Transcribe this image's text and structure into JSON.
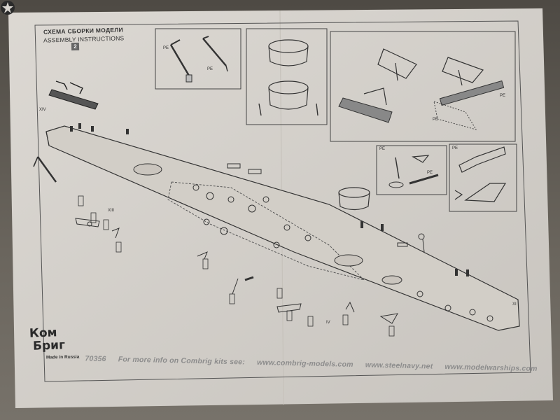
{
  "header": {
    "title_ru": "СХЕМА СБОРКИ МОДЕЛИ",
    "title_en": "ASSEMBLY INSTRUCTIONS",
    "step": "2"
  },
  "brand": {
    "name_top": "Ком",
    "name_bottom": "Бриг",
    "made_in": "Made in Russia"
  },
  "footer": {
    "kit_number": "70356",
    "info_text": "For more info on Combrig kits see:",
    "links": [
      "www.combrig-models.com",
      "www.steelnavy.net",
      "www.modelwarships.com"
    ]
  },
  "part_labels": {
    "pe": "PE",
    "xiv": "XIV",
    "xiii": "XIII",
    "xi": "XI",
    "iv": "IV"
  },
  "colors": {
    "paper": "#dad6d0",
    "ink": "#2a2a2a",
    "footer_text": "#8c8c8c"
  }
}
